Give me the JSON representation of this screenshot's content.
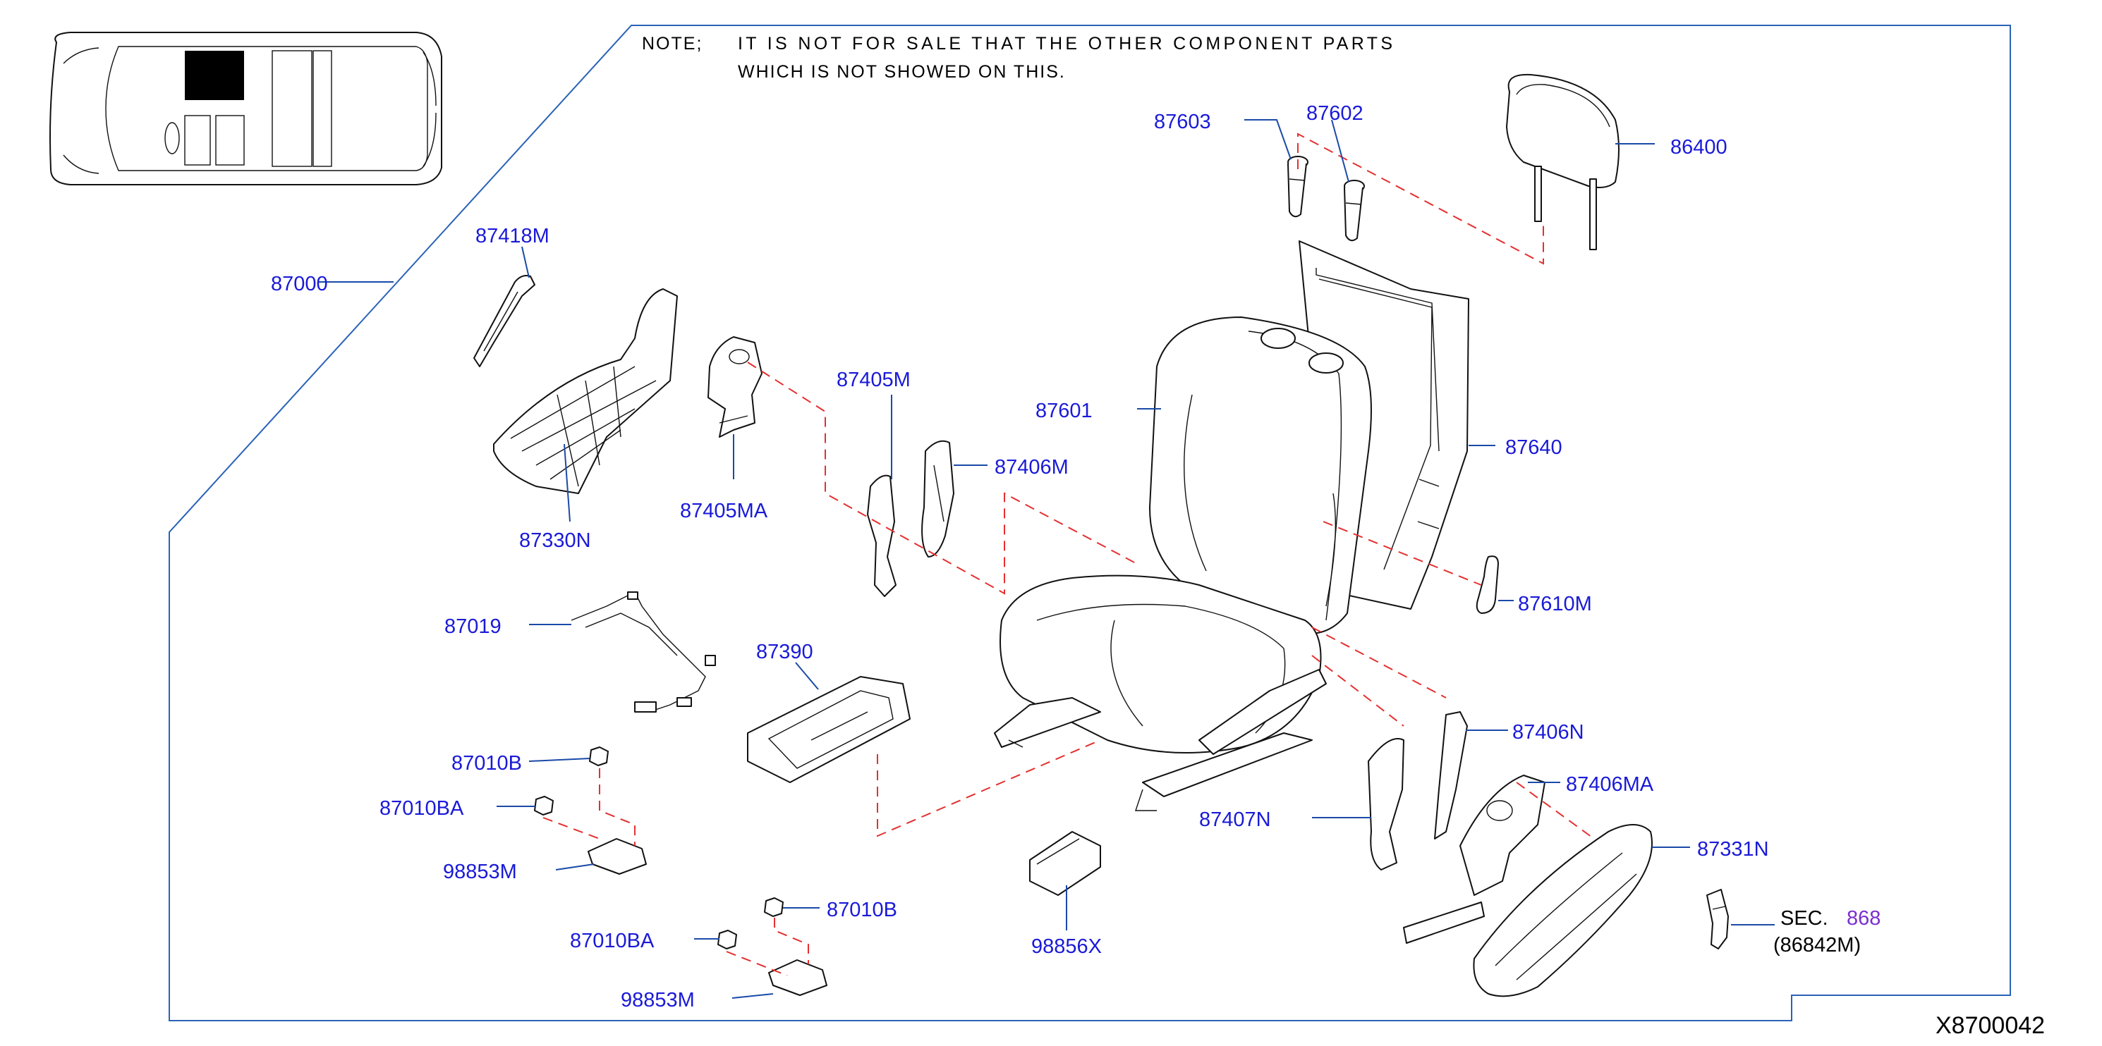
{
  "note": {
    "prefix": "NOTE;",
    "line1": "IT IS NOT FOR SALE THAT THE OTHER COMPONENT PARTS",
    "line2": "WHICH IS NOT SHOWED ON THIS."
  },
  "diagram_code": "X8700042",
  "sec_ref": {
    "prefix": "SEC.",
    "number": "868",
    "part": "(86842M)"
  },
  "labels": {
    "p87000": "87000",
    "p87418M": "87418M",
    "p87330N": "87330N",
    "p87405MA": "87405MA",
    "p87405M": "87405M",
    "p87406M": "87406M",
    "p87603": "87603",
    "p87602": "87602",
    "p86400": "86400",
    "p87601": "87601",
    "p87640": "87640",
    "p87610M": "87610M",
    "p87019": "87019",
    "p87390": "87390",
    "p87010B_1": "87010B",
    "p87010BA_1": "87010BA",
    "p98853M_1": "98853M",
    "p87010B_2": "87010B",
    "p87010BA_2": "87010BA",
    "p98853M_2": "98853M",
    "p98856X": "98856X",
    "p87407N": "87407N",
    "p87406N": "87406N",
    "p87406MA": "87406MA",
    "p87331N": "87331N"
  },
  "colors": {
    "label": "#1a1ad8",
    "reference": "#7a2fd0",
    "leader": "#1a4aa8",
    "dashed_link": "#e53030",
    "frame": "#2a62b8",
    "line_art": "#111111"
  }
}
